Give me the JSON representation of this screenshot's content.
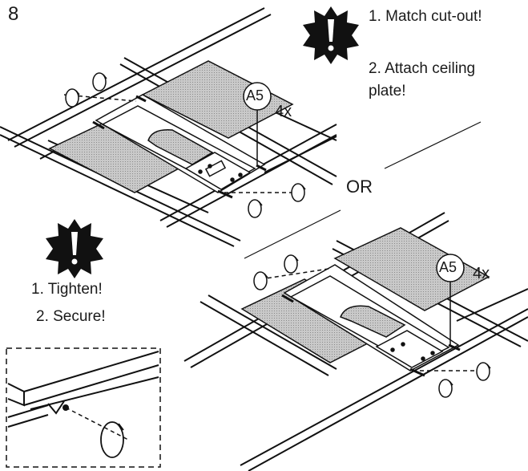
{
  "step": {
    "number": "8"
  },
  "warning_top": {
    "icon": "exclamation-burst-icon",
    "lines": [
      "1. Match cut-out!",
      "2. Attach ceiling",
      "plate!"
    ]
  },
  "warning_left": {
    "icon": "exclamation-burst-icon",
    "lines": [
      "1. Tighten!",
      "2. Secure!"
    ]
  },
  "part_top": {
    "label": "A5",
    "quantity": "4x"
  },
  "part_bottom": {
    "label": "A5",
    "quantity": "4x"
  },
  "separator": {
    "label": "OR"
  },
  "colors": {
    "ink": "#1a1a1a",
    "panel_fill": "#bdbdbd",
    "background": "#ffffff"
  }
}
